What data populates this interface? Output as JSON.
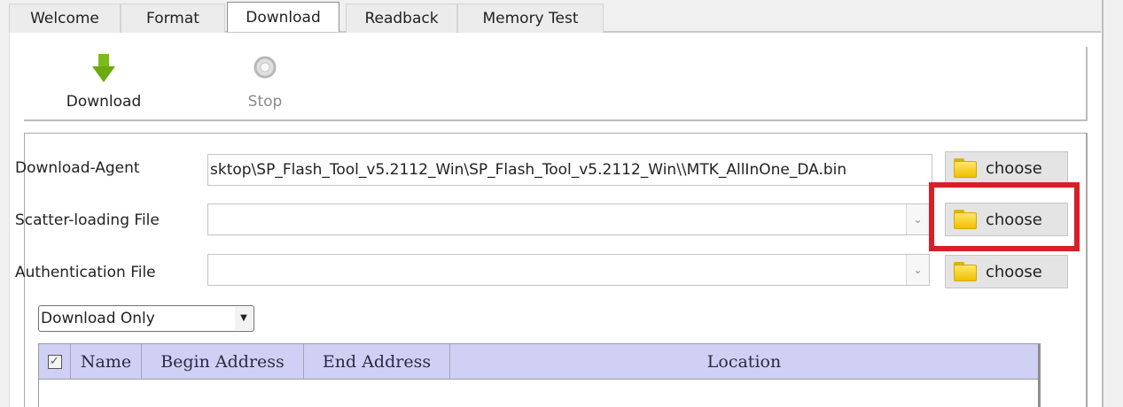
{
  "tabs": [
    {
      "label": "Welcome",
      "active": false
    },
    {
      "label": "Format",
      "active": false
    },
    {
      "label": "Download",
      "active": true
    },
    {
      "label": "Readback",
      "active": false
    },
    {
      "label": "Memory Test",
      "active": false
    }
  ],
  "toolbar": {
    "download": {
      "label": "Download",
      "icon": "green-down-arrow-icon"
    },
    "stop": {
      "label": "Stop",
      "icon": "stop-circle-icon",
      "disabled": true
    }
  },
  "form": {
    "download_agent": {
      "label": "Download-Agent",
      "value": "sktop\\SP_Flash_Tool_v5.2112_Win\\SP_Flash_Tool_v5.2112_Win\\\\MTK_AllInOne_DA.bin",
      "button": "choose"
    },
    "scatter_file": {
      "label": "Scatter-loading File",
      "value": "",
      "button": "choose",
      "highlighted": true
    },
    "auth_file": {
      "label": "Authentication File",
      "value": "",
      "button": "choose"
    }
  },
  "mode_select": {
    "value": "Download Only"
  },
  "table": {
    "columns": [
      {
        "label": "",
        "type": "checkbox",
        "checked": true
      },
      {
        "label": "Name"
      },
      {
        "label": "Begin Address"
      },
      {
        "label": "End Address"
      },
      {
        "label": "Location"
      }
    ],
    "rows": []
  },
  "colors": {
    "highlight": "#d81f26",
    "table_header": "#d0d0f4",
    "download_icon": "#7dbb1c"
  }
}
